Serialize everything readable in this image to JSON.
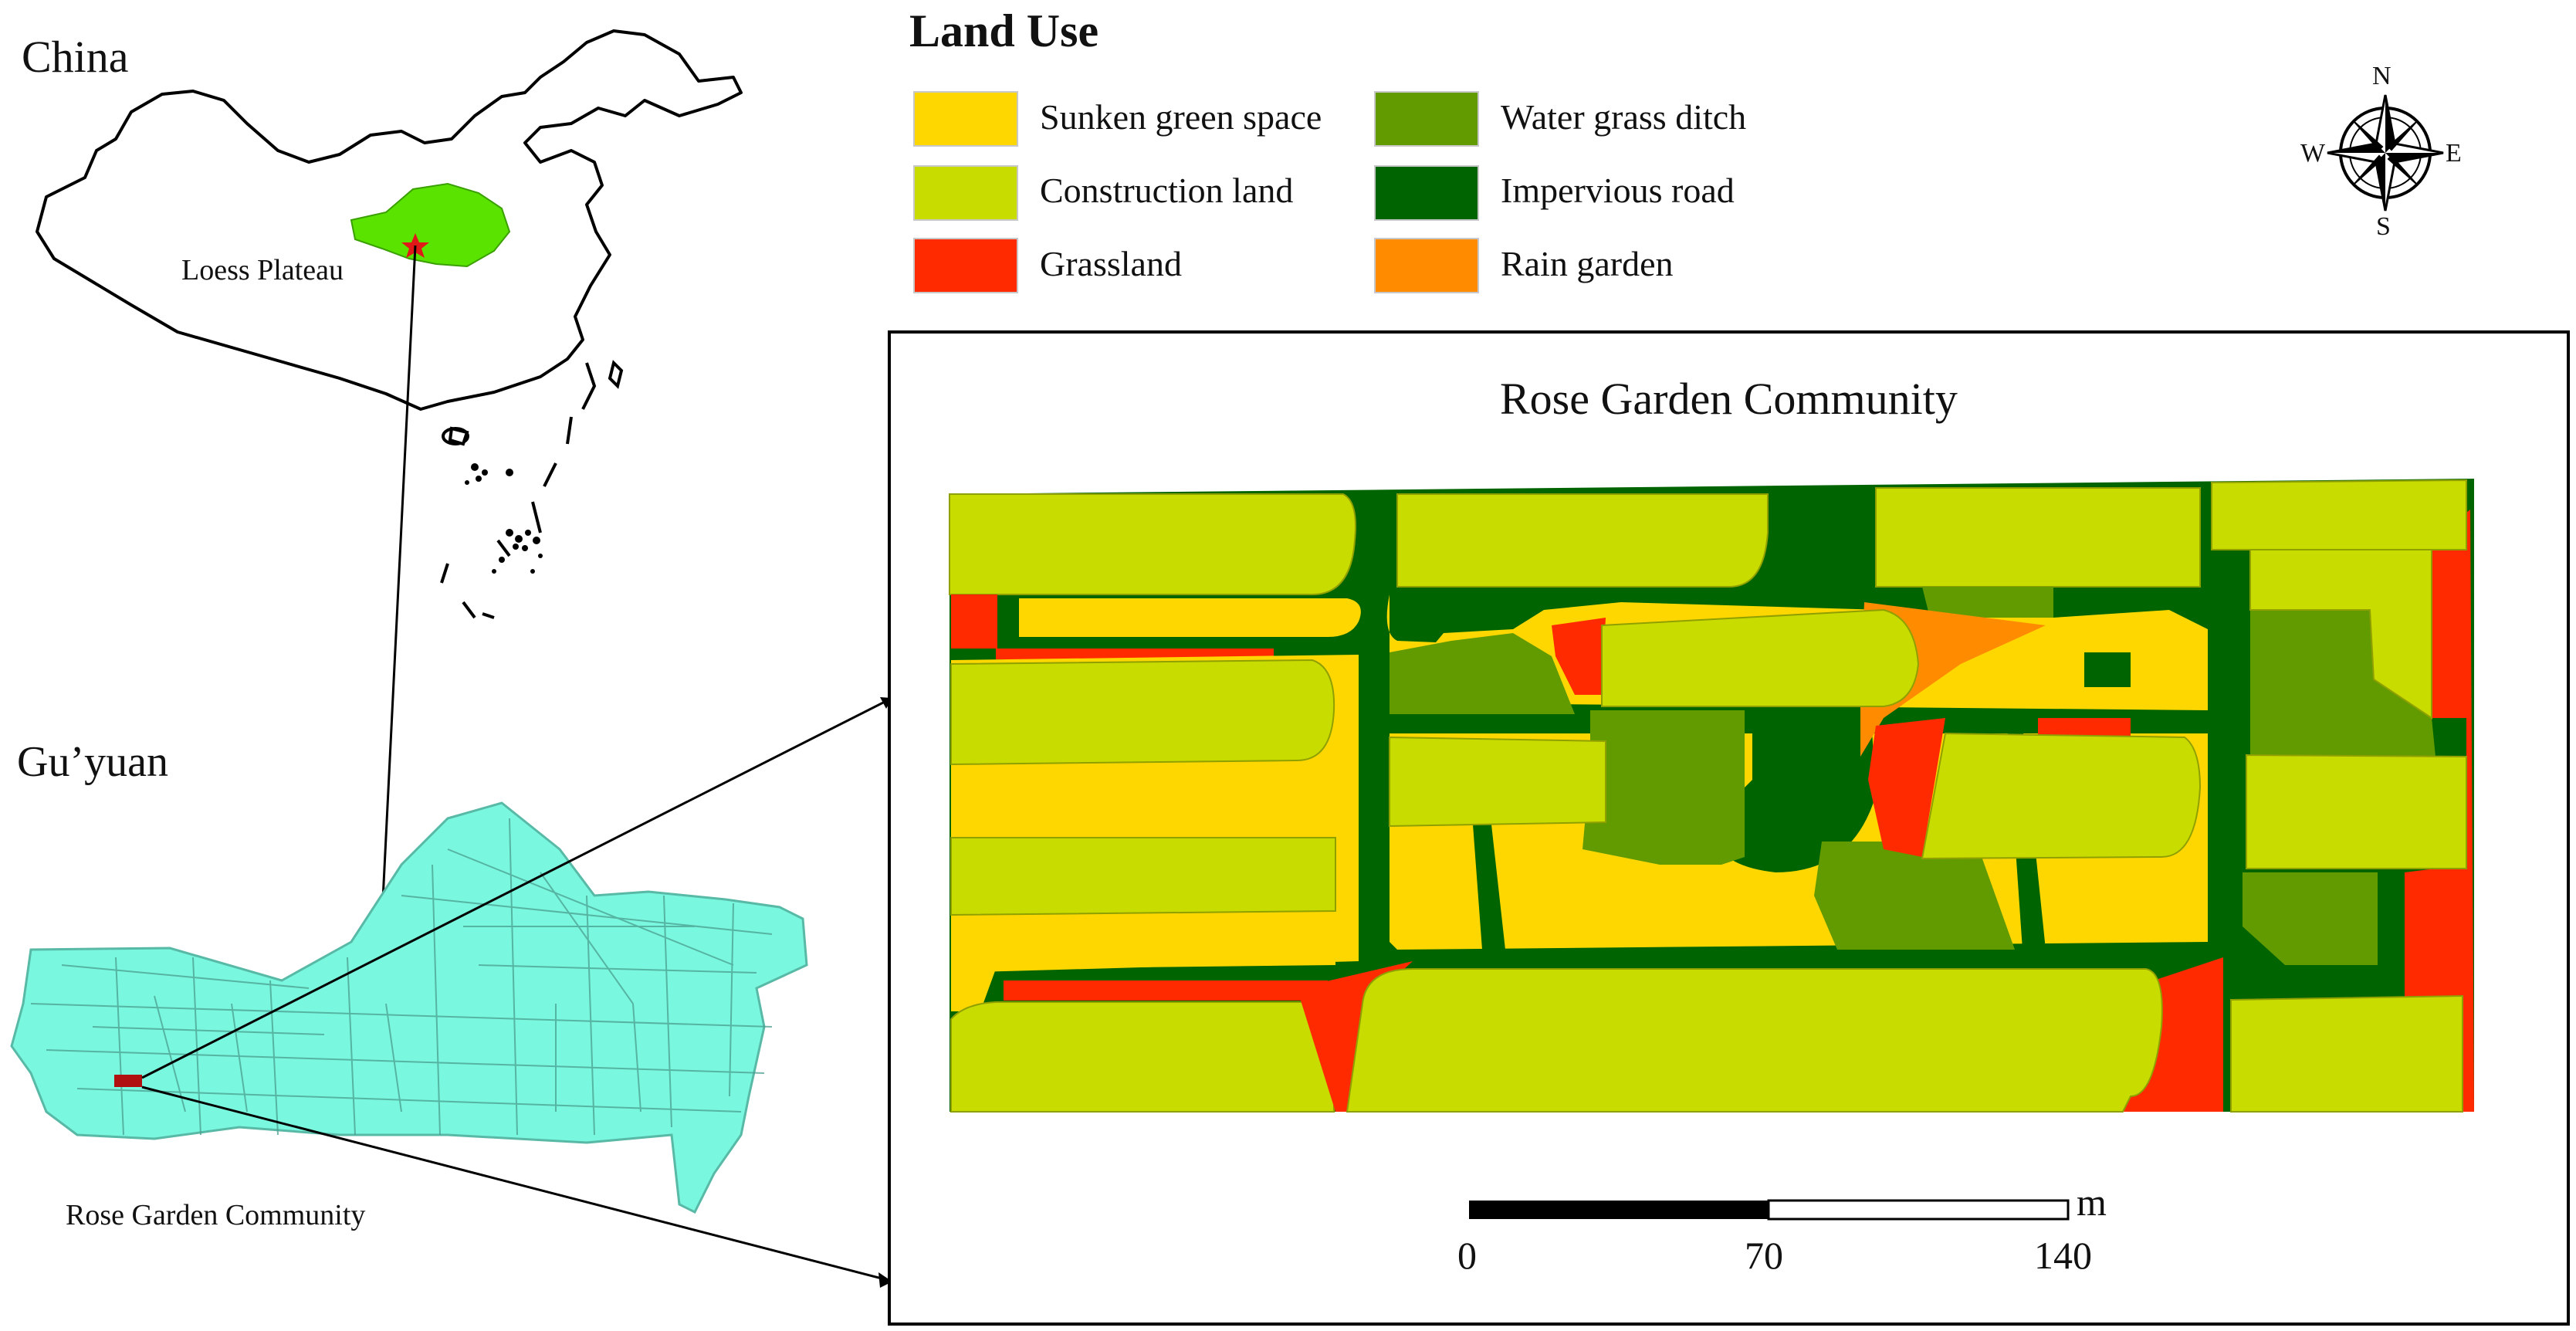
{
  "inset_china": {
    "title": "China",
    "region_label": "Loess Plateau"
  },
  "inset_city": {
    "title": "Gu’yuan",
    "site_label": "Rose Garden Community"
  },
  "legend": {
    "title": "Land Use",
    "items": [
      {
        "label": "Sunken green space",
        "color": "#ffd700"
      },
      {
        "label": "Construction land",
        "color": "#c8dc00"
      },
      {
        "label": "Grassland",
        "color": "#ff2a00"
      },
      {
        "label": "Water grass ditch",
        "color": "#629b00"
      },
      {
        "label": "Impervious road",
        "color": "#006400"
      },
      {
        "label": "Rain garden",
        "color": "#ff8c00"
      }
    ]
  },
  "compass": {
    "n": "N",
    "s": "S",
    "e": "E",
    "w": "W"
  },
  "main_map": {
    "title": "Rose Garden Community"
  },
  "scale_bar": {
    "unit": "m",
    "ticks": [
      "0",
      "70",
      "140"
    ]
  },
  "colors": {
    "china_fill": "#ffffff",
    "loess_fill": "#5be300",
    "city_fill": "#7af7df",
    "site_marker": "#b01010",
    "star": "#e01818"
  }
}
